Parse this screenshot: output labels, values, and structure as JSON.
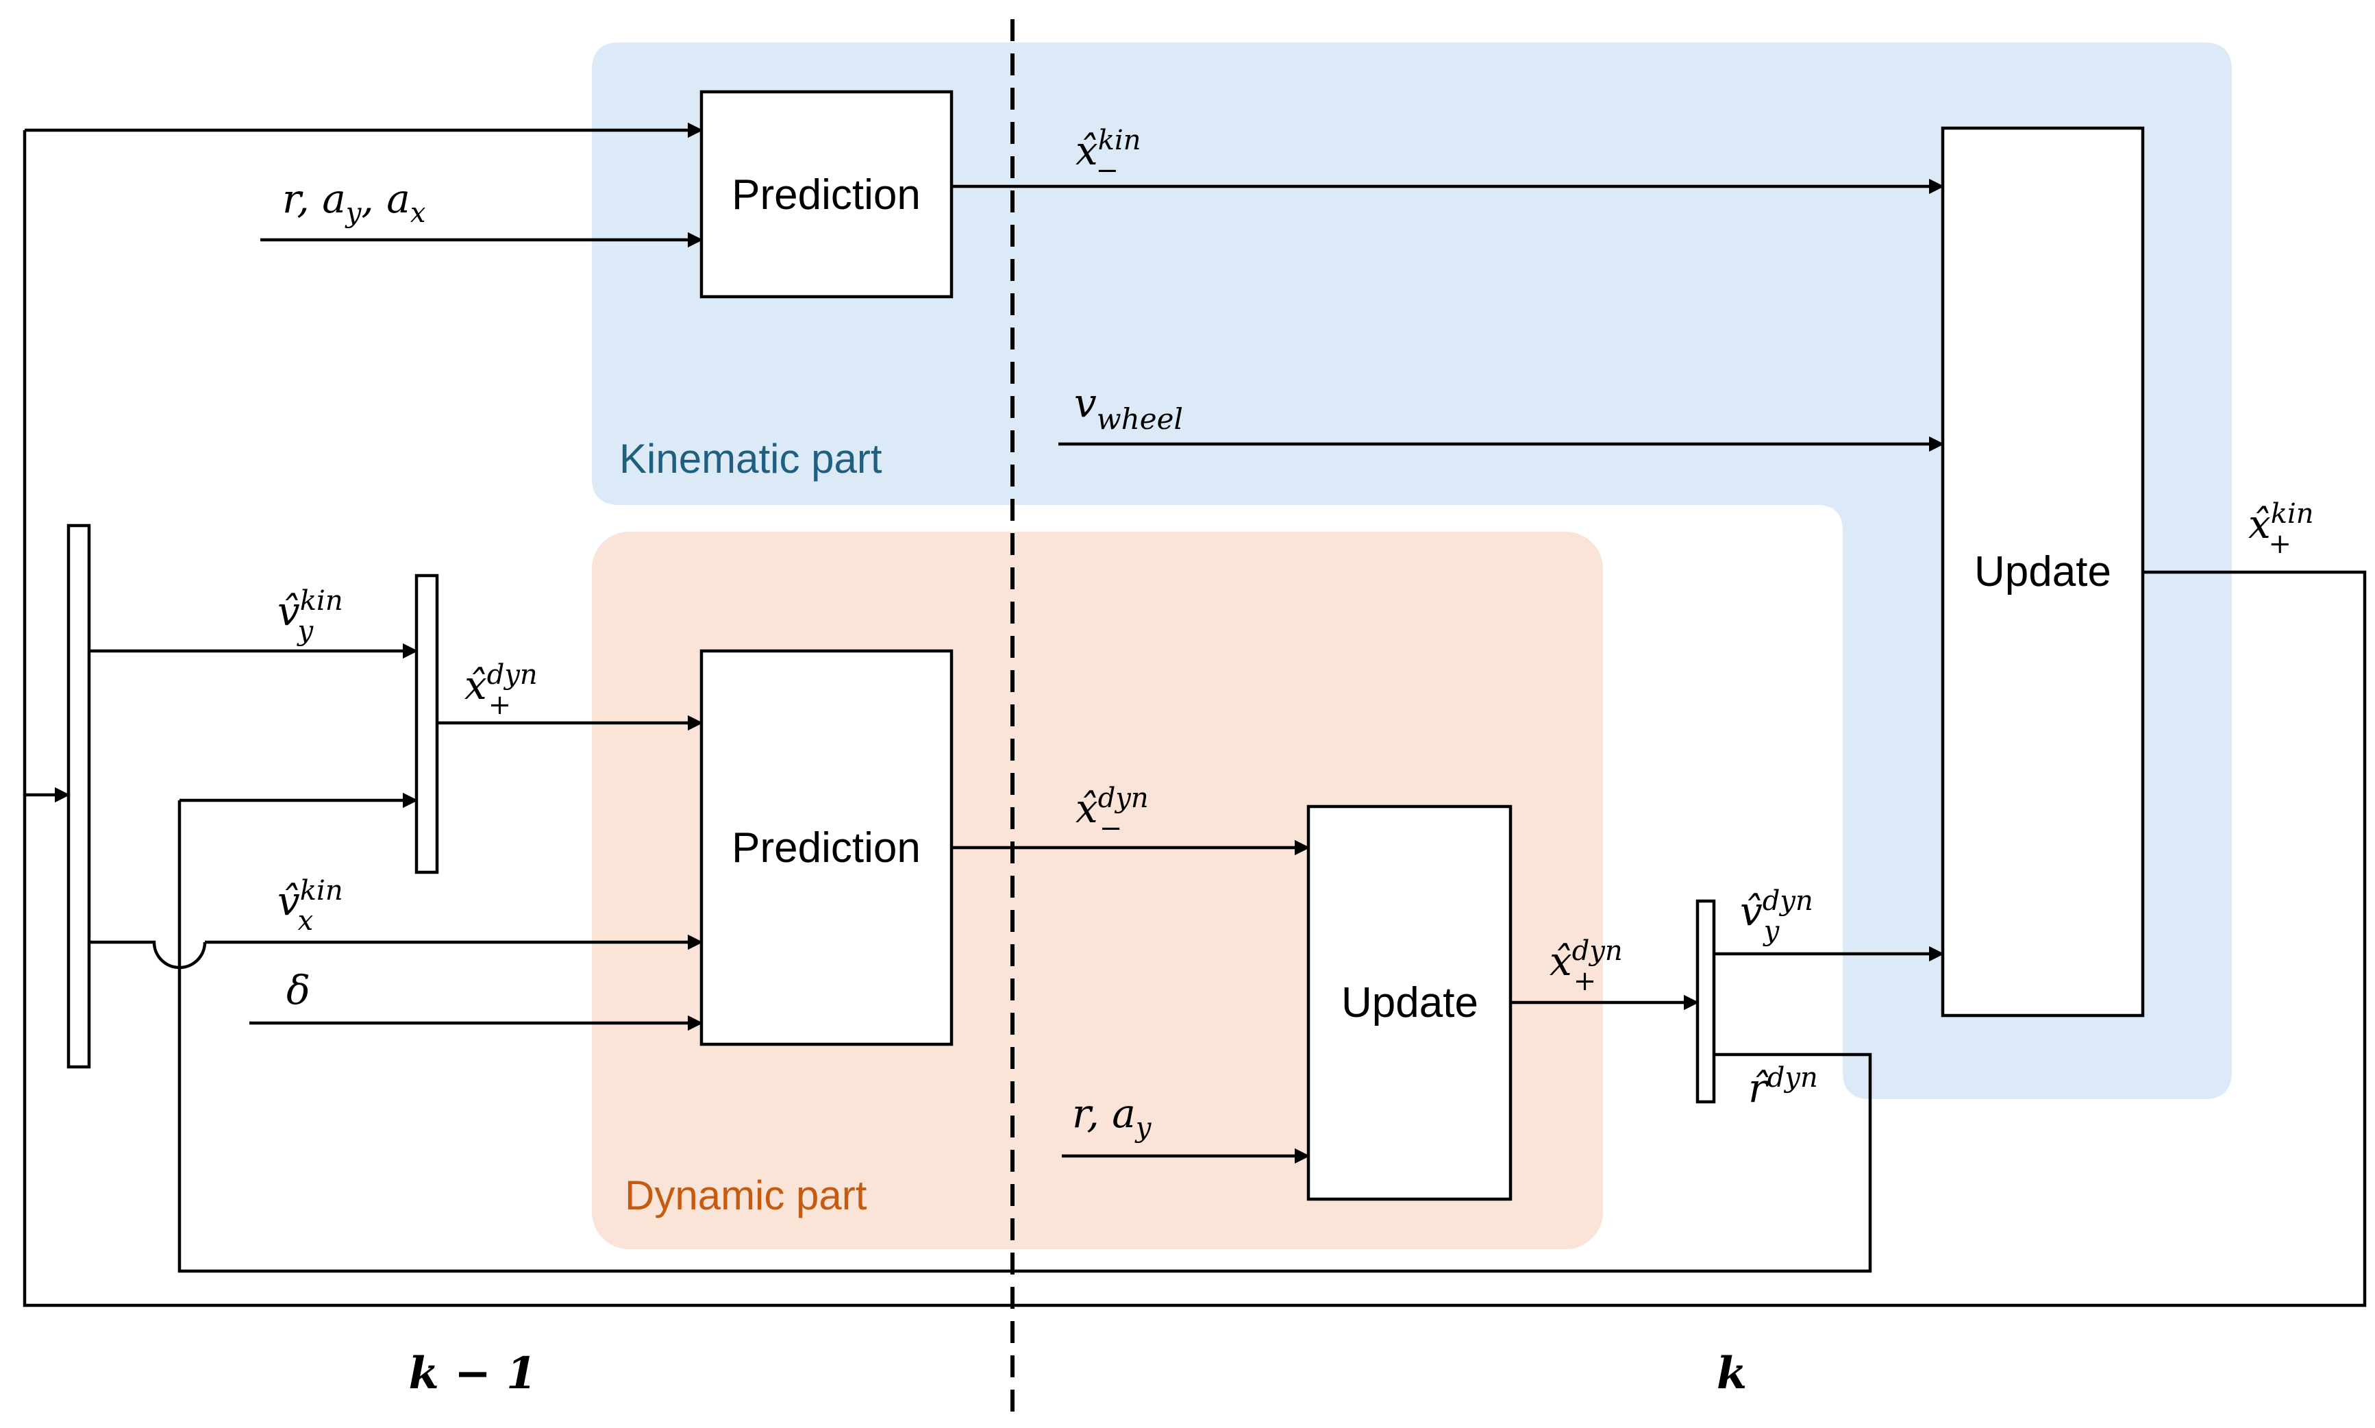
{
  "regions": {
    "kinematic": {
      "label": "Kinematic part",
      "fill": "#dce9f6",
      "label_color": "#1f5f7f"
    },
    "dynamic": {
      "label": "Dynamic part",
      "fill": "#fae3d7",
      "label_color": "#c55a11"
    }
  },
  "blocks": {
    "kin_prediction": "Prediction",
    "kin_update": "Update",
    "dyn_prediction": "Prediction",
    "dyn_update": "Update"
  },
  "signals": {
    "kin_inputs": "r, a_y, a_x",
    "x_minus_kin": "x̂_−^kin",
    "v_wheel": "v_wheel",
    "x_plus_kin": "x̂_+^kin",
    "vy_kin": "v̂_y^kin",
    "x_plus_dyn_in": "x̂_+^dyn",
    "vx_kin": "v̂_x^kin",
    "delta": "δ",
    "x_minus_dyn": "x̂_−^dyn",
    "dyn_update_inputs": "r, a_y",
    "x_plus_dyn_out": "x̂_+^dyn",
    "vy_dyn": "v̂_y^dyn",
    "r_dyn": "r̂^dyn"
  },
  "time_steps": {
    "previous": "k − 1",
    "current": "k"
  }
}
